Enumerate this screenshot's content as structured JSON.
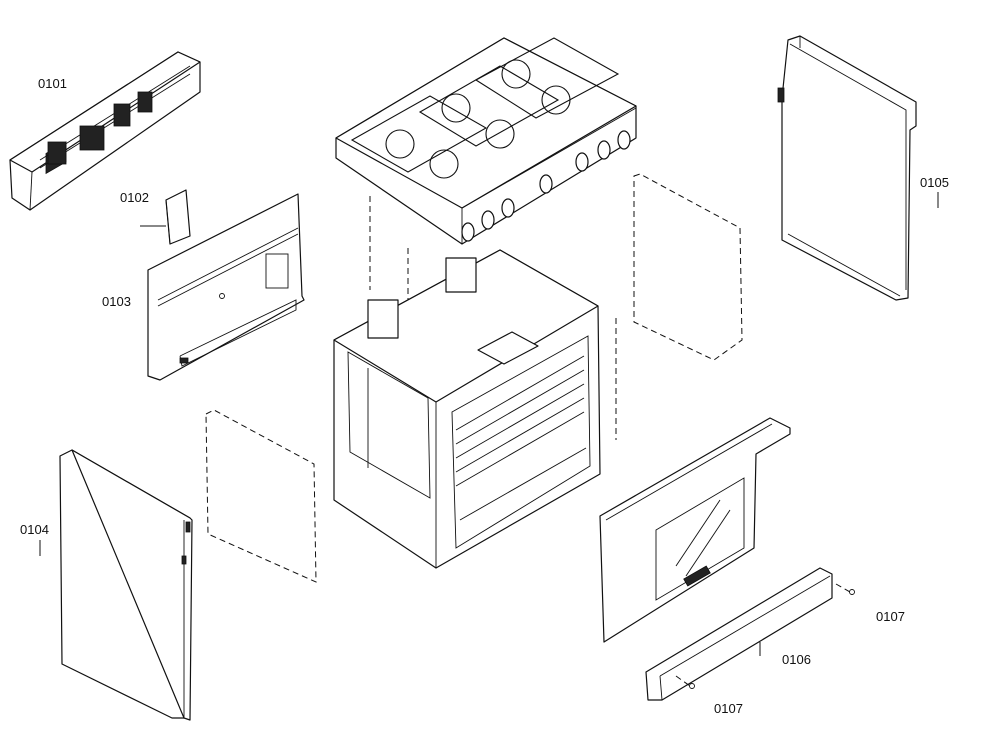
{
  "labels": {
    "p0101": "0101",
    "p0102": "0102",
    "p0103": "0103",
    "p0104": "0104",
    "p0105": "0105",
    "p0106": "0106",
    "p0107a": "0107",
    "p0107b": "0107"
  }
}
